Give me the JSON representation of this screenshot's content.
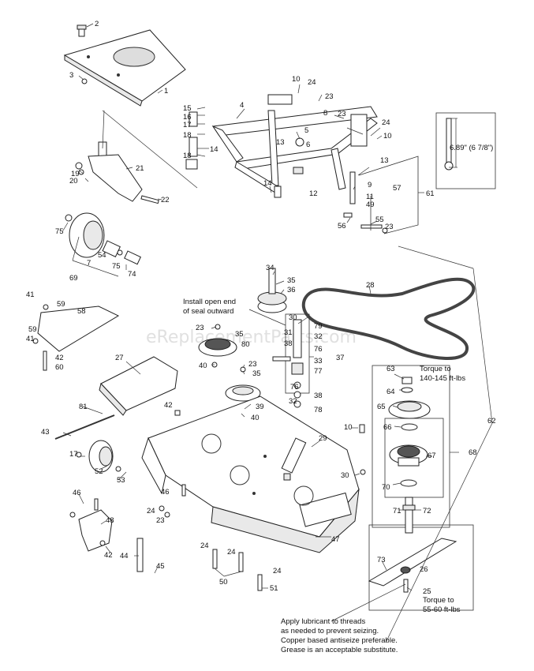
{
  "watermark": "eReplacementParts.com",
  "notes": {
    "seal": [
      "Install open end",
      "of seal outward"
    ],
    "torque_nut": [
      "Torque to",
      "140-145 ft-lbs"
    ],
    "torque_bolt": [
      "Torque to",
      "55-60 ft-lbs"
    ],
    "lubricant": [
      "Apply lubricant to threads",
      "as needed to prevent seizing.",
      "Copper based antiseize preferable.",
      "Grease is an acceptable substitute."
    ],
    "dimension": "6.89\" (6 7/8\")"
  },
  "callouts": [
    "1",
    "2",
    "3",
    "4",
    "5",
    "6",
    "7",
    "8",
    "9",
    "10",
    "11",
    "12",
    "13",
    "14",
    "15",
    "16",
    "17",
    "18",
    "19",
    "20",
    "21",
    "22",
    "23",
    "24",
    "25",
    "26",
    "27",
    "28",
    "29",
    "30",
    "31",
    "32",
    "33",
    "34",
    "35",
    "36",
    "37",
    "38",
    "39",
    "40",
    "41",
    "42",
    "43",
    "44",
    "45",
    "46",
    "47",
    "48",
    "49",
    "50",
    "51",
    "52",
    "53",
    "54",
    "55",
    "56",
    "57",
    "58",
    "59",
    "60",
    "61",
    "62",
    "63",
    "64",
    "65",
    "66",
    "67",
    "68",
    "69",
    "70",
    "71",
    "72",
    "73",
    "74",
    "75",
    "76",
    "77",
    "78",
    "79",
    "80",
    "81"
  ]
}
